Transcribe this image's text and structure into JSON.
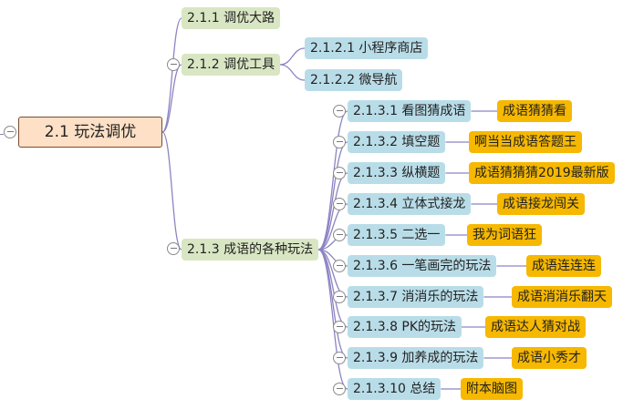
{
  "root": {
    "label": "2.1 玩法调优"
  },
  "branch1": {
    "label": "2.1.1 调优大路"
  },
  "branch2": {
    "label": "2.1.2 调优工具",
    "children": [
      "2.1.2.1 小程序商店",
      "2.1.2.2 微导航"
    ]
  },
  "branch3": {
    "label": "2.1.3 成语的各种玩法",
    "children": [
      {
        "label": "2.1.3.1 看图猜成语",
        "tag": "成语猜猜看"
      },
      {
        "label": "2.1.3.2 填空题",
        "tag": "啊当当成语答题王"
      },
      {
        "label": "2.1.3.3 纵横题",
        "tag": "成语猜猜猜2019最新版"
      },
      {
        "label": "2.1.3.4 立体式接龙",
        "tag": "成语接龙闯关"
      },
      {
        "label": "2.1.3.5 二选一",
        "tag": "我为词语狂"
      },
      {
        "label": "2.1.3.6 一笔画完的玩法",
        "tag": "成语连连连"
      },
      {
        "label": "2.1.3.7 消消乐的玩法",
        "tag": "成语消消乐翻天"
      },
      {
        "label": "2.1.3.8 PK的玩法",
        "tag": "成语达人猜对战"
      },
      {
        "label": "2.1.3.9 加养成的玩法",
        "tag": "成语小秀才"
      },
      {
        "label": "2.1.3.10 总结",
        "tag": "附本脑图"
      }
    ]
  },
  "colors": {
    "line": "#8c84c2",
    "root_fill": "#fde0c6",
    "level1_fill": "#d9e6c3",
    "level2_fill": "#b9dde8",
    "tag_fill": "#f6b800"
  }
}
